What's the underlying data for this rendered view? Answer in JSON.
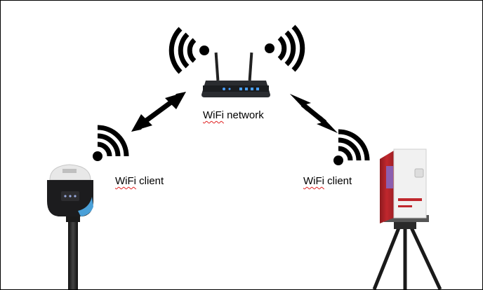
{
  "labels": {
    "network": {
      "word": "WiFi",
      "rest": " network"
    },
    "client_left": {
      "word": "WiFi",
      "rest": " client"
    },
    "client_right": {
      "word": "WiFi",
      "rest": " client"
    }
  },
  "colors": {
    "ink": "#000000",
    "scanner_red": "#c0272d",
    "spellcheck_underline": "#e02020"
  },
  "icons": [
    "wifi-icon",
    "wifi-icon",
    "wifi-icon",
    "wifi-icon",
    "router-icon",
    "gnss-receiver-icon",
    "laser-scanner-icon",
    "double-arrow-icon",
    "double-arrow-icon"
  ]
}
